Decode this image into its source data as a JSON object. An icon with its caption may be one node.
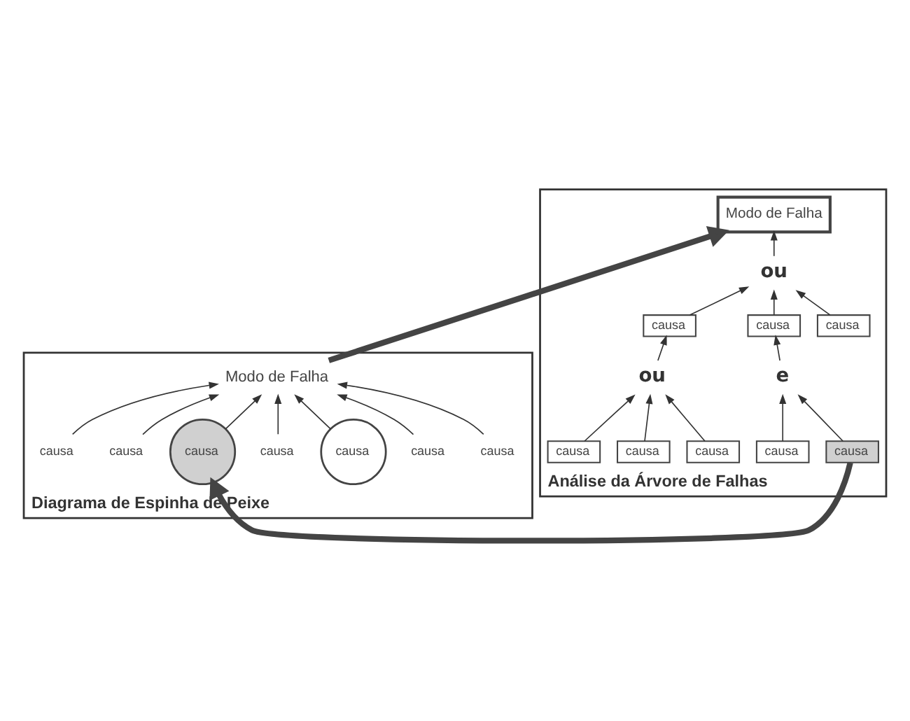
{
  "diagram": {
    "nodes": [
      {
        "text": [
          "Diagrama de Espinha de Peixe"
        ]
      },
      {
        "text": [
          "causa"
        ],
        "in": 0
      },
      {
        "text": [
          "causa"
        ],
        "in": 0
      },
      {
        "text": [
          "causa"
        ],
        "in": 0
      },
      {
        "text": [
          "causa"
        ],
        "in": 0
      },
      {
        "text": [
          "causa"
        ],
        "in": 0
      },
      {
        "text": [
          "causa"
        ],
        "in": 0
      },
      {
        "text": [
          "causa"
        ],
        "in": 0
      },
      {
        "text": [
          "Modo de Falha"
        ],
        "in": 0
      },
      {
        "text": [
          "Análise da Árvore de Falhas"
        ]
      },
      {
        "text": [
          "Modo de Falha"
        ],
        "in": 9
      },
      {
        "text": [
          "ou"
        ],
        "in": 9
      },
      {
        "text": [
          "causa"
        ],
        "in": 9
      },
      {
        "text": [
          "causa"
        ],
        "in": 9
      },
      {
        "text": [
          "causa"
        ],
        "in": 9
      },
      {
        "text": [
          "e"
        ],
        "in": 9
      },
      {
        "text": [
          "ou"
        ],
        "in": 9
      },
      {
        "text": [
          "causa"
        ],
        "in": 9
      },
      {
        "text": [
          "causa"
        ],
        "in": 9
      },
      {
        "text": [
          "causa"
        ],
        "in": 9
      },
      {
        "text": [
          "causa"
        ],
        "in": 9
      },
      {
        "text": [
          "causa"
        ],
        "in": 9
      }
    ],
    "edges": [
      {
        "from": 1,
        "to": 8,
        "arrow": "to"
      },
      {
        "from": 2,
        "to": 8,
        "arrow": "to"
      },
      {
        "from": 3,
        "to": 8,
        "arrow": "to"
      },
      {
        "from": 4,
        "to": 8,
        "arrow": "to"
      },
      {
        "from": 5,
        "to": 8,
        "arrow": "to"
      },
      {
        "from": 6,
        "to": 8,
        "arrow": "to"
      },
      {
        "from": 7,
        "to": 8,
        "arrow": "to"
      },
      {
        "from": 8,
        "to": 10,
        "arrow": "to",
        "style": "thick"
      },
      {
        "from": 11,
        "to": 10,
        "arrow": "to"
      },
      {
        "from": 12,
        "to": 11,
        "arrow": "to"
      },
      {
        "from": 13,
        "to": 11,
        "arrow": "to"
      },
      {
        "from": 14,
        "to": 11,
        "arrow": "to"
      },
      {
        "from": 15,
        "to": 12,
        "arrow": "to"
      },
      {
        "from": 16,
        "to": 14,
        "arrow": "to"
      },
      {
        "from": 17,
        "to": 15,
        "arrow": "to"
      },
      {
        "from": 18,
        "to": 15,
        "arrow": "to"
      },
      {
        "from": 19,
        "to": 16,
        "arrow": "to"
      },
      {
        "from": 20,
        "to": 16,
        "arrow": "to"
      },
      {
        "from": 21,
        "to": 16,
        "arrow": "to"
      },
      {
        "from": 17,
        "to": 5,
        "arrow": "to",
        "style": "thick"
      }
    ]
  }
}
